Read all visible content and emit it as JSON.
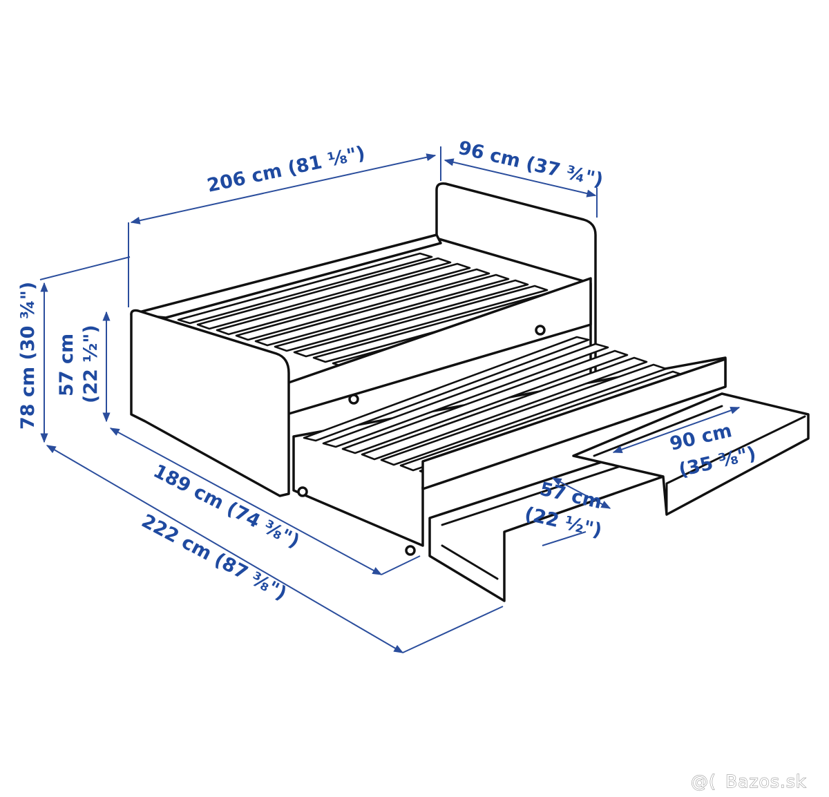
{
  "dimensions": {
    "length_top": "206 cm (81 ⅛\")",
    "width_top": "96 cm (37 ¾\")",
    "height_total": "78 cm (30 ¾\")",
    "height_frame": "57 cm (22 ½\")",
    "height_frame_cm": "57 cm",
    "height_frame_in": "(22 ½\")",
    "length_frame": "189 cm (74 ⅜\")",
    "length_extended": "222 cm (87 ⅜\")",
    "drawer_width_cm": "90 cm",
    "drawer_width_in": "(35 ⅜\")",
    "drawer_depth_cm": "57 cm",
    "drawer_depth_in": "(22 ½\")"
  },
  "watermark": "Bazos.sk",
  "colors": {
    "dimension": "#1f4aa0",
    "outline": "#111111"
  }
}
